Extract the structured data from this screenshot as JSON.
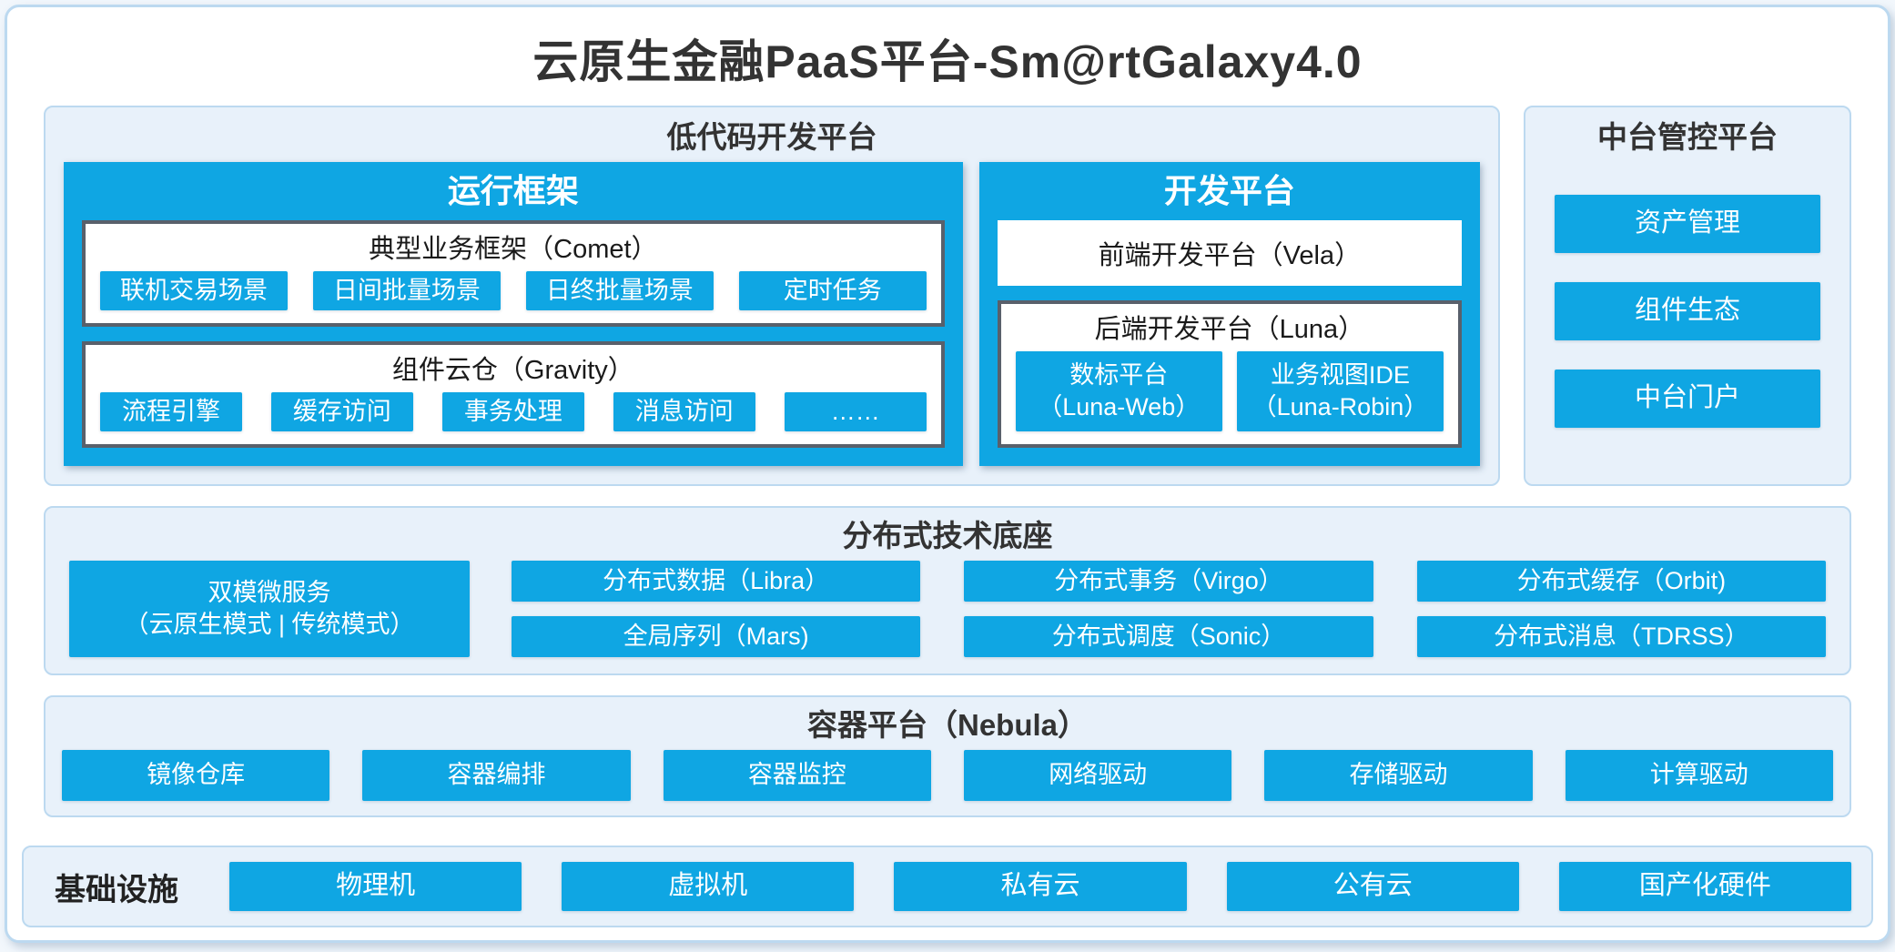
{
  "title": "云原生金融PaaS平台-Sm@rtGalaxy4.0",
  "colors": {
    "accent": "#0FA6E3",
    "panel_bg": "#E8F1FA",
    "panel_border": "#BCD9F0",
    "dark_border": "#59606B",
    "title_text": "#333333"
  },
  "lowcode": {
    "title": "低代码开发平台",
    "runtime": {
      "title": "运行框架",
      "comet": {
        "title": "典型业务框架（Comet）",
        "items": [
          "联机交易场景",
          "日间批量场景",
          "日终批量场景",
          "定时任务"
        ]
      },
      "gravity": {
        "title": "组件云仓（Gravity）",
        "items": [
          "流程引擎",
          "缓存访问",
          "事务处理",
          "消息访问",
          "……"
        ]
      }
    },
    "dev": {
      "title": "开发平台",
      "vela": "前端开发平台（Vela）",
      "luna": {
        "title": "后端开发平台（Luna）",
        "items": [
          {
            "line1": "数标平台",
            "line2": "（Luna-Web）"
          },
          {
            "line1": "业务视图IDE",
            "line2": "（Luna-Robin）"
          }
        ]
      }
    }
  },
  "zhongtai": {
    "title": "中台管控平台",
    "items": [
      "资产管理",
      "组件生态",
      "中台门户"
    ]
  },
  "distributed": {
    "title": "分布式技术底座",
    "dual_mode": {
      "line1": "双模微服务",
      "line2": "（云原生模式 | 传统模式）"
    },
    "grid": [
      "分布式数据（Libra）",
      "分布式事务（Virgo）",
      "分布式缓存（Orbit)",
      "全局序列（Mars)",
      "分布式调度（Sonic）",
      "分布式消息（TDRSS）"
    ]
  },
  "container_platform": {
    "title": "容器平台（Nebula）",
    "items": [
      "镜像仓库",
      "容器编排",
      "容器监控",
      "网络驱动",
      "存储驱动",
      "计算驱动"
    ]
  },
  "infrastructure": {
    "title": "基础设施",
    "items": [
      "物理机",
      "虚拟机",
      "私有云",
      "公有云",
      "国产化硬件"
    ]
  }
}
